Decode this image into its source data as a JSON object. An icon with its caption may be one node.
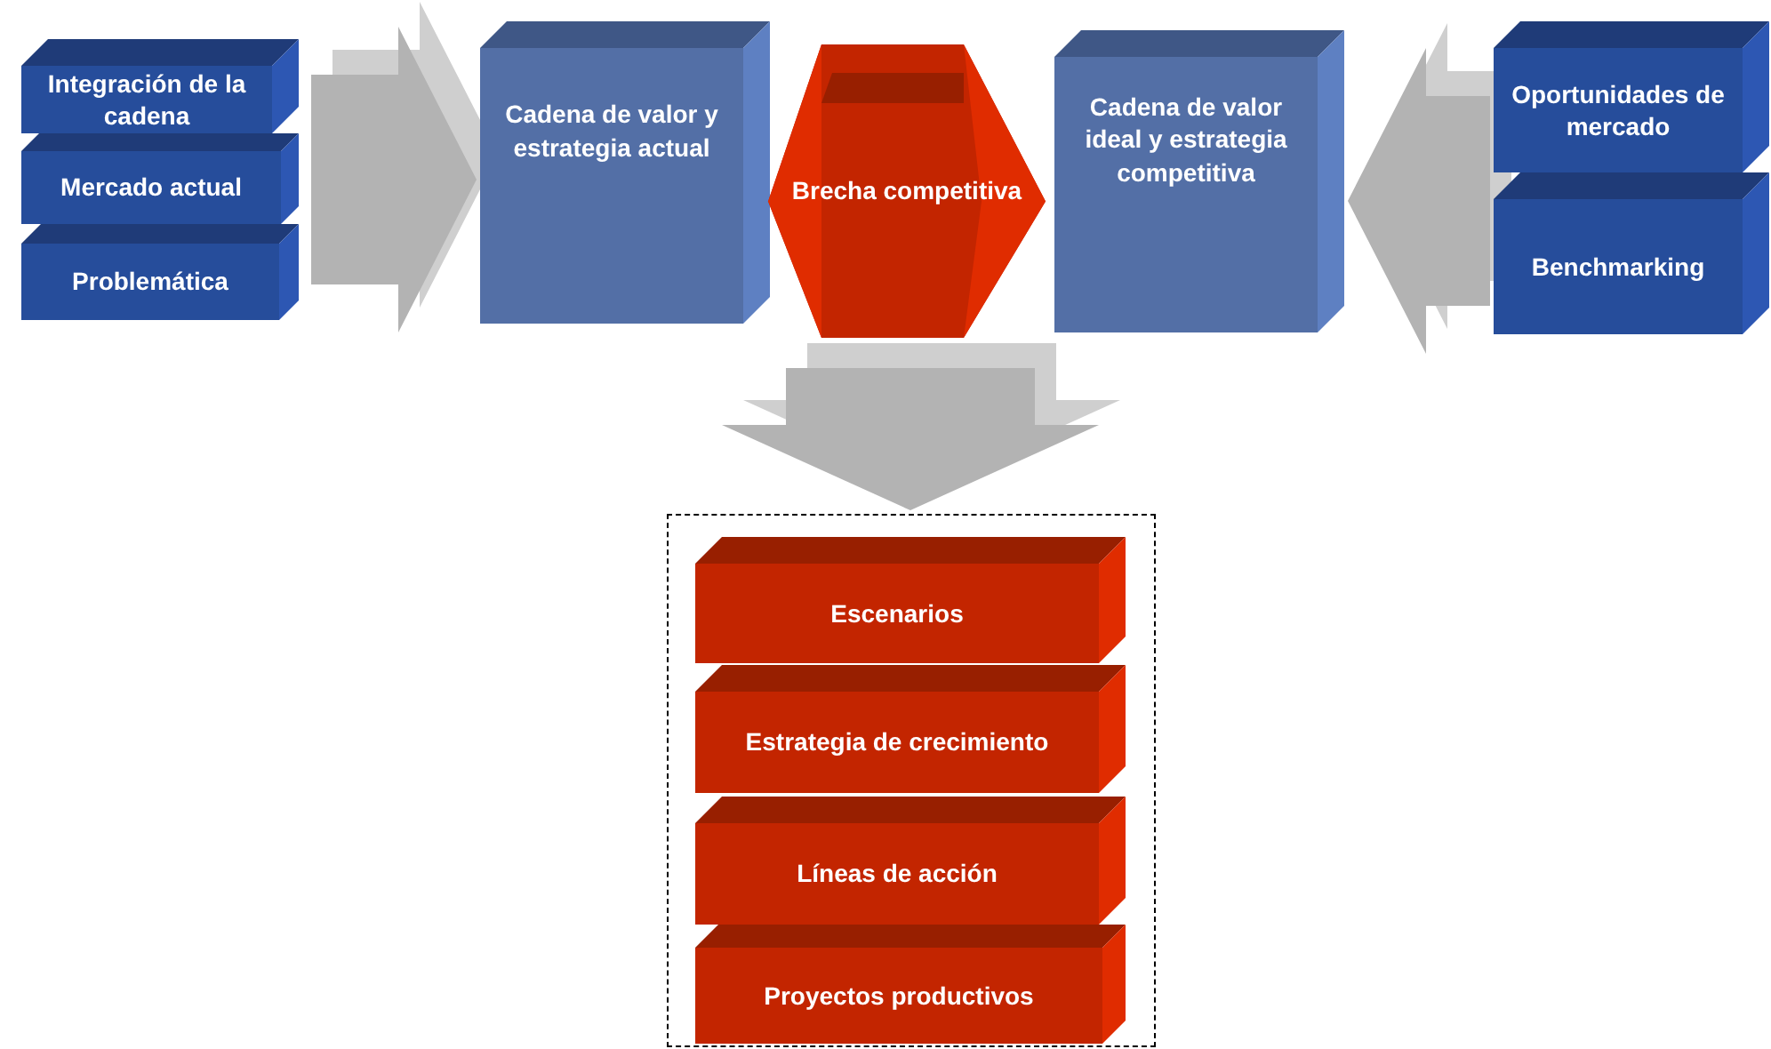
{
  "diagram": {
    "nodes": [
      {
        "text": [
          "Integración de la cadena"
        ]
      },
      {
        "text": [
          "Mercado actual"
        ]
      },
      {
        "text": [
          "Problemática"
        ]
      },
      {
        "text": [
          "Cadena de valor y estrategia actual"
        ]
      },
      {
        "text": [
          "Brecha competitiva"
        ]
      },
      {
        "text": [
          "Cadena de valor ideal y estrategia competitiva"
        ]
      },
      {
        "text": [
          "Oportunidades de mercado"
        ]
      },
      {
        "text": [
          "Benchmarking"
        ]
      },
      {
        "text": [],
        "shape": "box"
      },
      {
        "text": [
          "Escenarios"
        ],
        "in": 8
      },
      {
        "text": [
          "Estrategia de crecimiento"
        ],
        "in": 8
      },
      {
        "text": [
          "Líneas de acción"
        ],
        "in": 8
      },
      {
        "text": [
          "Proyectos productivos"
        ],
        "in": 8
      }
    ],
    "edges": [
      {
        "from": 0,
        "to": 3,
        "arrow": "to"
      },
      {
        "from": 1,
        "to": 3,
        "arrow": "to"
      },
      {
        "from": 2,
        "to": 3,
        "arrow": "to"
      },
      {
        "from": 6,
        "to": 5,
        "arrow": "to"
      },
      {
        "from": 7,
        "to": 5,
        "arrow": "to"
      },
      {
        "from": 4,
        "to": 8,
        "arrow": "to"
      }
    ]
  }
}
